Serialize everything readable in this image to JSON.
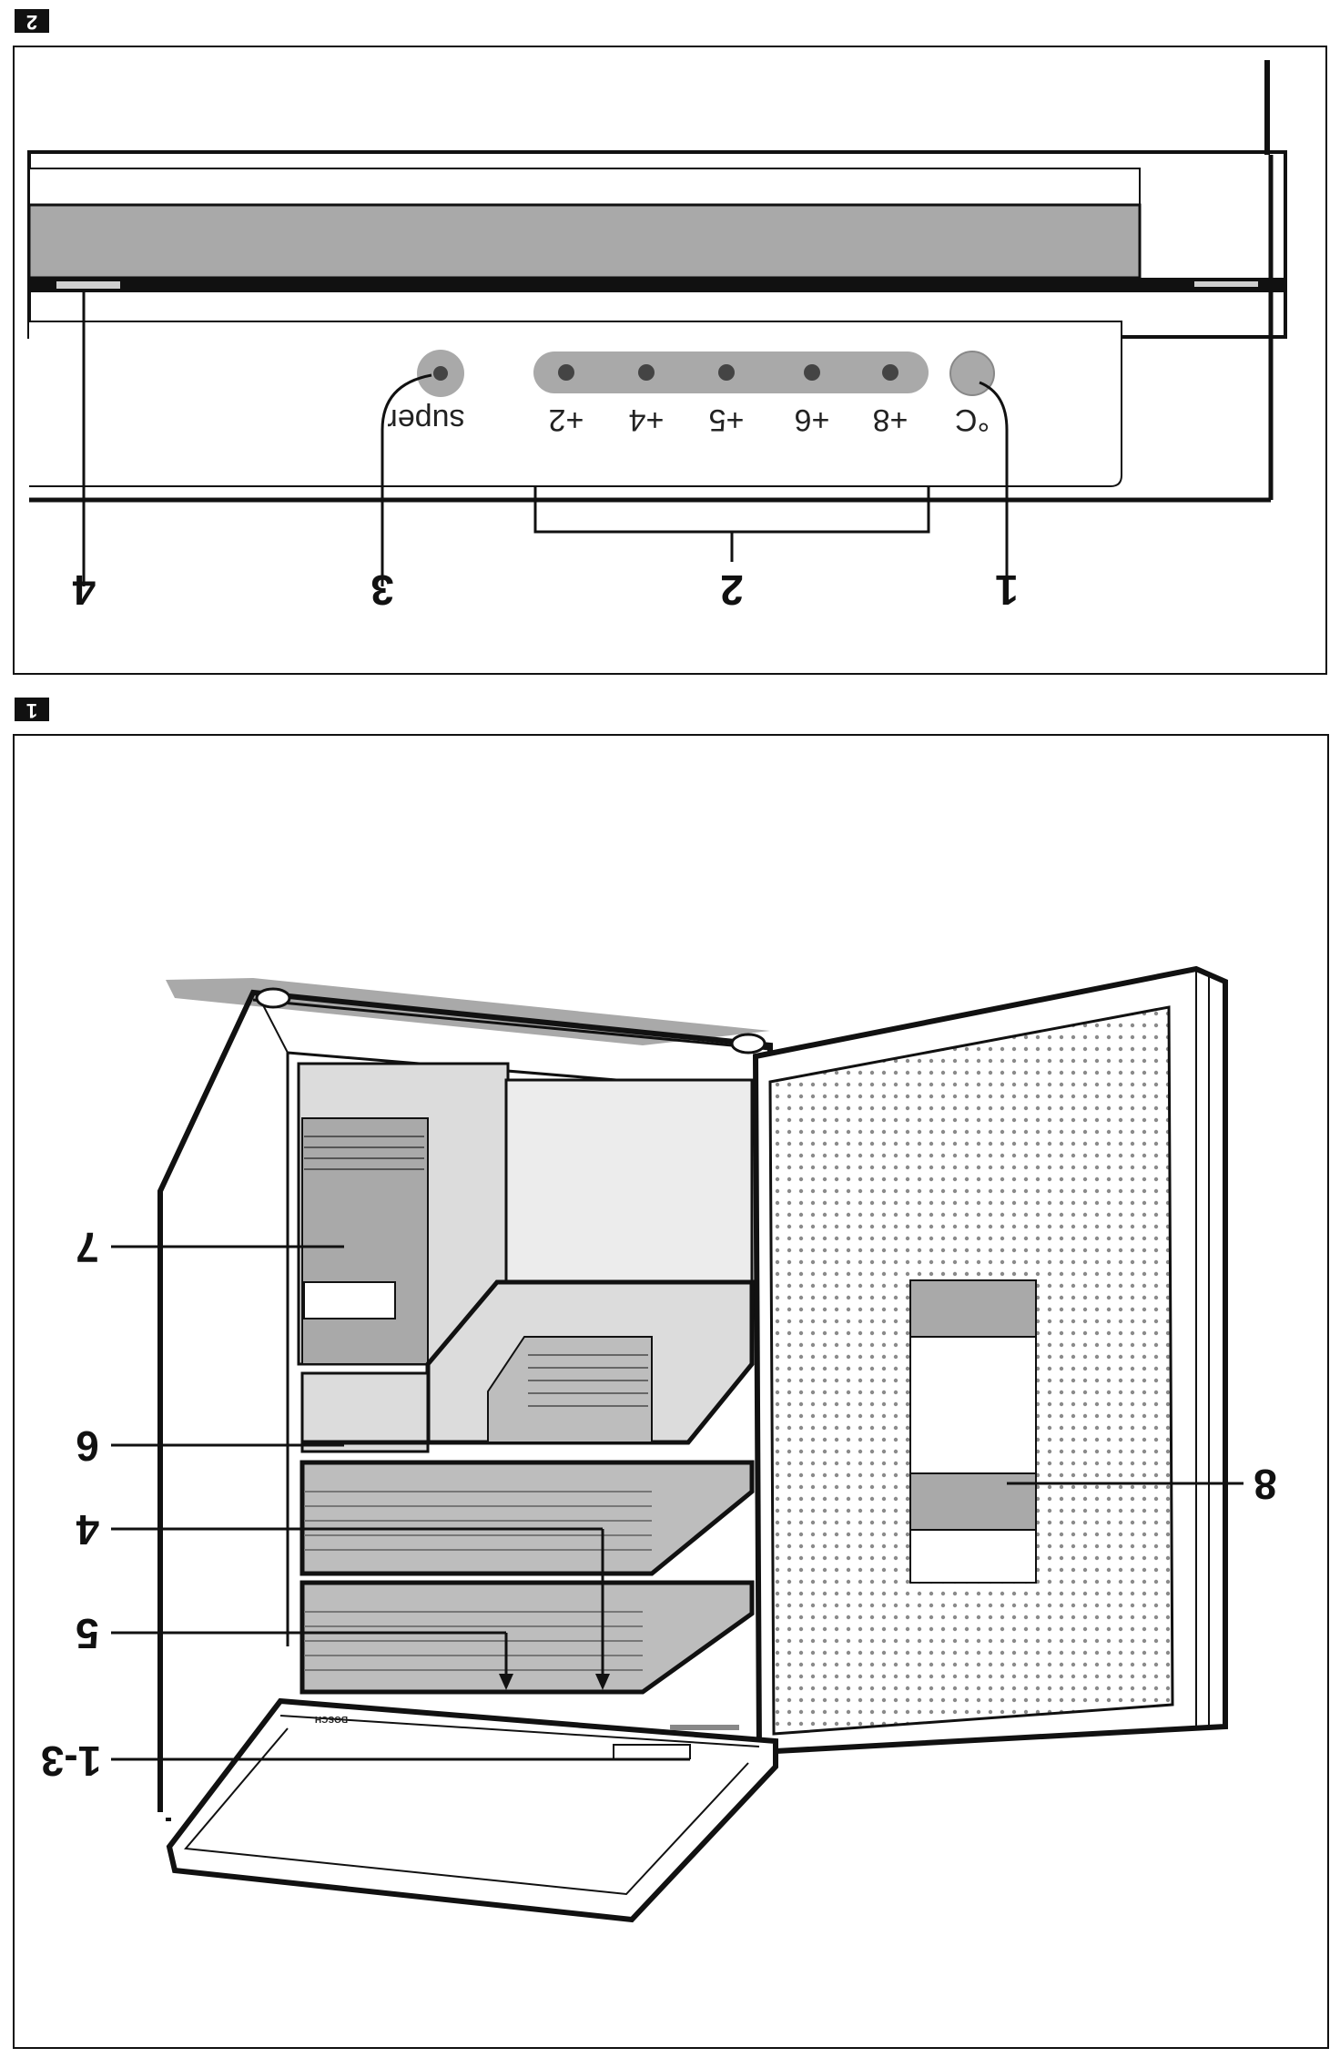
{
  "figures": [
    {
      "number": "2",
      "callouts": [
        "1",
        "2",
        "3",
        "4"
      ],
      "display": {
        "unit": "°C",
        "temps": [
          "+8",
          "+6",
          "+5",
          "+4",
          "+2"
        ],
        "super_label": "super"
      }
    },
    {
      "number": "1",
      "callouts": [
        "1-3",
        "5",
        "4",
        "6",
        "7",
        "8"
      ],
      "brand": "BOSCH"
    }
  ],
  "colors": {
    "line": "#111111",
    "panel_gray": "#a9a9a9",
    "shelf_gray": "#bdbdbd",
    "light_gray": "#dcdcdc"
  }
}
